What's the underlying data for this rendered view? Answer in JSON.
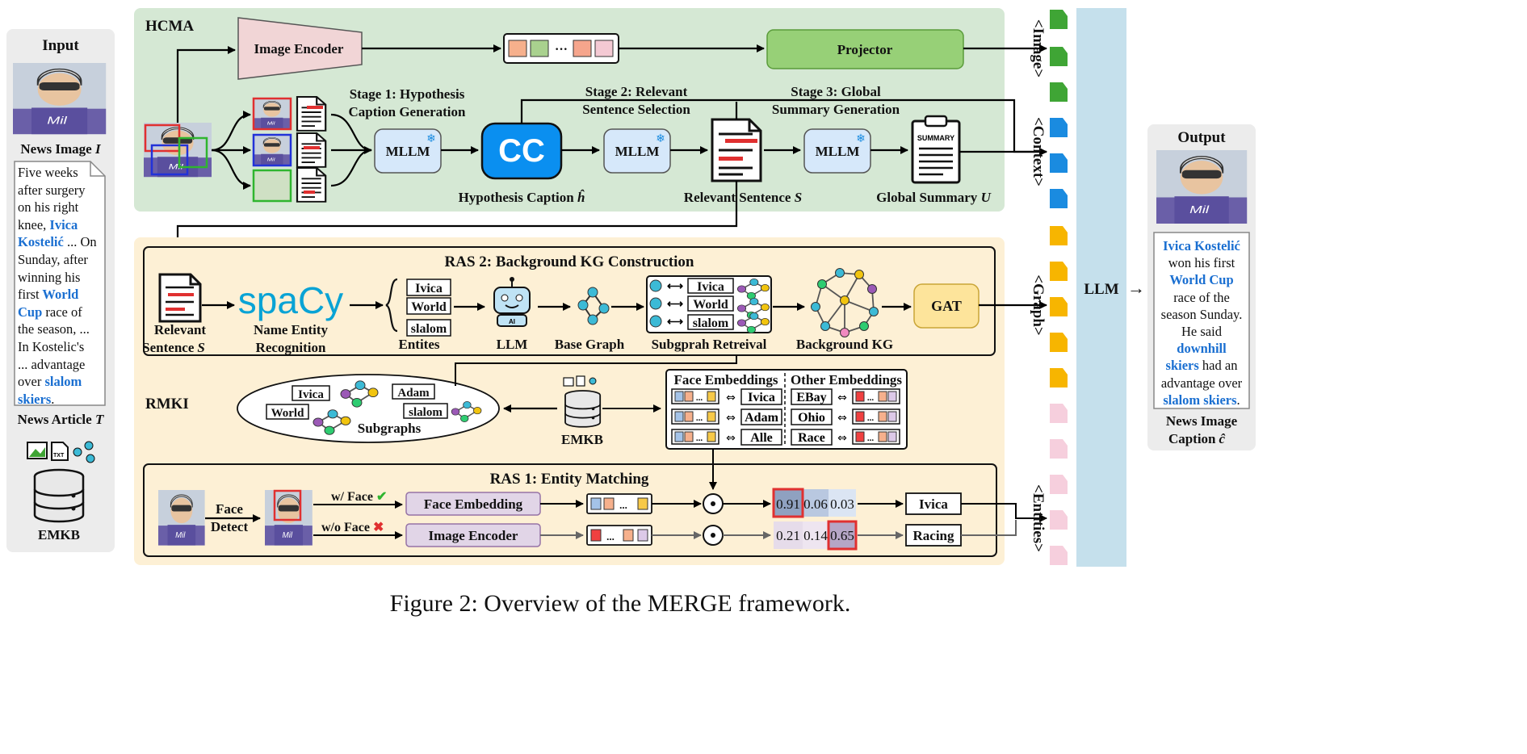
{
  "figure_caption": "Figure 2: Overview of the MERGE framework.",
  "input": {
    "title": "Input",
    "news_image_label": "News Image",
    "news_image_symbol": "I",
    "article_lines": [
      {
        "text": "Five weeks",
        "em": false
      },
      {
        "text": "after surgery",
        "em": false
      },
      {
        "text": "on his right",
        "em": false
      },
      {
        "text": "knee,",
        "em": false
      },
      {
        "text": "Ivica",
        "em": true
      },
      {
        "text": "Kostelić",
        "em": true
      },
      {
        "text": "... On",
        "em": false
      },
      {
        "text": "Sunday, after",
        "em": false
      },
      {
        "text": "winning his",
        "em": false
      },
      {
        "text": "first",
        "em": false
      },
      {
        "text": "World",
        "em": true
      },
      {
        "text": "Cup",
        "em": true
      },
      {
        "text": "race  of",
        "em": false
      },
      {
        "text": "the season, ...",
        "em": false
      },
      {
        "text": "In Kostelic's",
        "em": false
      },
      {
        "text": "...  advantage",
        "em": false
      },
      {
        "text": "over",
        "em": false
      },
      {
        "text": "slalom",
        "em": true
      },
      {
        "text": "skiers",
        "em": true
      },
      {
        "text": ".",
        "em": false
      }
    ],
    "news_article_label": "News Article",
    "news_article_symbol": "T",
    "emkb_label": "EMKB"
  },
  "hcma": {
    "title": "HCMA",
    "image_encoder": "Image Encoder",
    "projector": "Projector",
    "stage1": [
      "Stage 1: Hypothesis",
      "Caption Generation"
    ],
    "stage2": [
      "Stage 2: Relevant",
      "Sentence Selection"
    ],
    "stage3": [
      "Stage 3: Global",
      "Summary Generation"
    ],
    "mllm": "MLLM",
    "cc": "CC",
    "hypothesis_caption": "Hypothesis Caption",
    "hypothesis_symbol": "ĥ",
    "relevant_sentence": "Relevant Sentence",
    "relevant_symbol": "S",
    "global_summary": "Global Summary",
    "global_symbol": "U",
    "summary_doc": "SUMMARY",
    "ellipsis": "···"
  },
  "ras2": {
    "title": "RAS 2: Background KG Construction",
    "relevant_sentence": [
      "Relevant",
      "Sentence"
    ],
    "relevant_symbol": "S",
    "spacy": "spaCy",
    "ner": [
      "Name Entity",
      "Recognition"
    ],
    "entities": [
      "Ivica",
      "World",
      "slalom"
    ],
    "entities_label": "Entites",
    "llm": "LLM",
    "ai_badge": "AI",
    "base_graph": "Base Graph",
    "subgraph_retrieval": "Subgprah Retreival",
    "background_kg": "Background KG",
    "gat": "GAT"
  },
  "rmki": {
    "title": "RMKI",
    "subgraph_entities": [
      "Ivica",
      "Adam",
      "World",
      "slalom"
    ],
    "subgraphs": "Subgraphs",
    "emkb": "EMKB",
    "face_embeddings": "Face Embeddings",
    "other_embeddings": "Other Embeddings",
    "face_names": [
      "Ivica",
      "Adam",
      "Alle"
    ],
    "other_names": [
      "EBay",
      "Ohio",
      "Race"
    ],
    "arrow_glyph": "⇔",
    "dots": "..."
  },
  "ras1": {
    "title": "RAS 1: Entity Matching",
    "face_detect": [
      "Face",
      "Detect"
    ],
    "with_face": "w/ Face",
    "without_face": "w/o Face",
    "check": "✔",
    "cross": "✖",
    "face_embedding": "Face Embedding",
    "image_encoder": "Image Encoder",
    "dot_op": "⊙",
    "scores_face": [
      "0.91",
      "0.06",
      "0.03"
    ],
    "scores_other": [
      "0.21",
      "0.14",
      "0.65"
    ],
    "result_face": "Ivica",
    "result_other": "Racing"
  },
  "tokens": {
    "image": "<Image>",
    "context": "<Context>",
    "graph": "<Graph>",
    "entities": "<Entities>"
  },
  "llm": "LLM",
  "output_arrow": "→",
  "output": {
    "title": "Output",
    "caption_lines": [
      {
        "text": "Ivica Kostelić",
        "em": true
      },
      {
        "text": "won his first",
        "em": false
      },
      {
        "text": "World Cup",
        "em": true
      },
      {
        "text": "race of the",
        "em": false
      },
      {
        "text": "season Sunday.",
        "em": false
      },
      {
        "text": "He said",
        "em": false
      },
      {
        "text": "downhill",
        "em": true
      },
      {
        "text": "skiers",
        "em": true
      },
      {
        "text": "had an",
        "em": false
      },
      {
        "text": "advantage over",
        "em": false
      },
      {
        "text": "slalom skiers",
        "em": true
      },
      {
        "text": ".",
        "em": false
      }
    ],
    "news_image_caption": [
      "News Image",
      "Caption"
    ],
    "caption_symbol": "ĉ"
  },
  "colors": {
    "hcma_bg": "#d5e8d4",
    "panel_bg": "#fdf0d5",
    "side_bg": "#ececec",
    "llm_bar": "#c5e0ec",
    "token_green": "#3fa535",
    "token_blue": "#1a8be0",
    "token_yellow": "#f7b500",
    "token_pink": "#f6cfdd",
    "blue_text": "#1a6fd1",
    "projector": "#97d077",
    "mllm": "#d6e8fa",
    "gat": "#fde49b",
    "purple_box": "#e1d5e7",
    "cc": "#0a8ff0"
  }
}
